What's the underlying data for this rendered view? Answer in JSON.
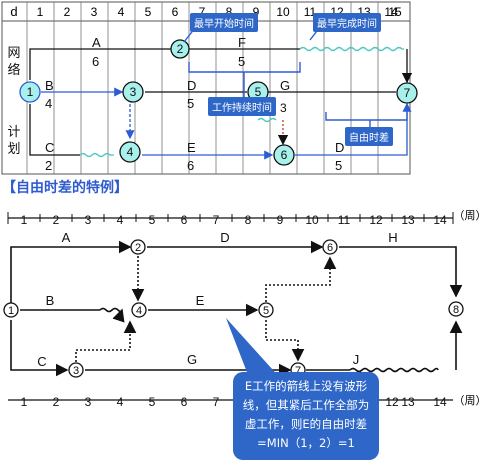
{
  "top_grid": {
    "header_label": "d",
    "columns": [
      "1",
      "2",
      "3",
      "4",
      "5",
      "6",
      "7",
      "8",
      "9",
      "10",
      "11",
      "12",
      "13",
      "14",
      "15"
    ],
    "row_labels": {
      "net": [
        "网",
        "络"
      ],
      "plan": [
        "计",
        "划"
      ]
    }
  },
  "top_nodes": [
    "1",
    "2",
    "3",
    "4",
    "5",
    "6",
    "7"
  ],
  "top_activities": [
    {
      "name": "A",
      "duration": "6"
    },
    {
      "name": "F",
      "duration": "5"
    },
    {
      "name": "B",
      "duration": "4"
    },
    {
      "name": "D",
      "duration": "5"
    },
    {
      "name": "G",
      "duration": ""
    },
    {
      "name": "C",
      "duration": "2"
    },
    {
      "name": "E",
      "duration": "6"
    },
    {
      "name": "D",
      "duration": "5"
    }
  ],
  "top_small_digit": "3",
  "callouts": {
    "earliest_start": "最早开始时间",
    "earliest_finish": "最早完成时间",
    "duration": "工作持续时间",
    "free_float": "自由时差"
  },
  "section_title": "【自由时差的特例】",
  "bottom_scale": {
    "ticks": [
      "1",
      "2",
      "3",
      "4",
      "5",
      "6",
      "7",
      "8",
      "9",
      "10",
      "11",
      "12",
      "13",
      "14"
    ],
    "unit": "（周）"
  },
  "bottom_nodes": [
    "1",
    "2",
    "3",
    "4",
    "5",
    "6",
    "7",
    "8"
  ],
  "bottom_activities": [
    "A",
    "D",
    "H",
    "B",
    "E",
    "C",
    "G",
    "J"
  ],
  "note": {
    "line1": "E工作的箭线上没有波形",
    "line2": "线，但其紧后工作全部为",
    "line3": "虚工作，则E的自由时差",
    "line4": "=MIN（1，2）=1"
  },
  "colors": {
    "blue_line": "#2d5bd6",
    "accent": "#2f67c9",
    "node_fill": "#a8f0ec",
    "wave": "#48c8c0"
  }
}
